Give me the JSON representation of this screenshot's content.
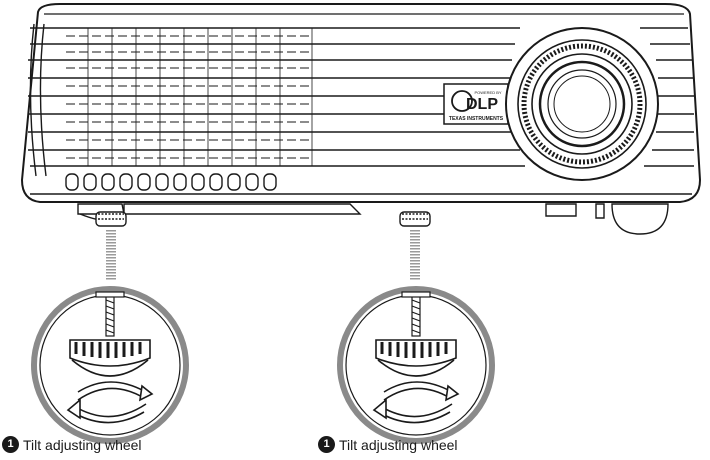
{
  "badge": {
    "powered_by": "POWERED BY",
    "brand": "DLP",
    "maker": "TEXAS INSTRUMENTS"
  },
  "callouts": [
    {
      "number": "1",
      "label": "Tilt adjusting wheel"
    },
    {
      "number": "1",
      "label": "Tilt adjusting wheel"
    }
  ],
  "colors": {
    "outline": "#1a1a1a",
    "metal_ring": "#8a8a8a",
    "guide_line": "#9a9a9a",
    "background": "#ffffff"
  },
  "icons": [
    "rotate-arrows-icon",
    "adjusting-foot-icon",
    "lens-icon",
    "vent-grille-icon"
  ]
}
